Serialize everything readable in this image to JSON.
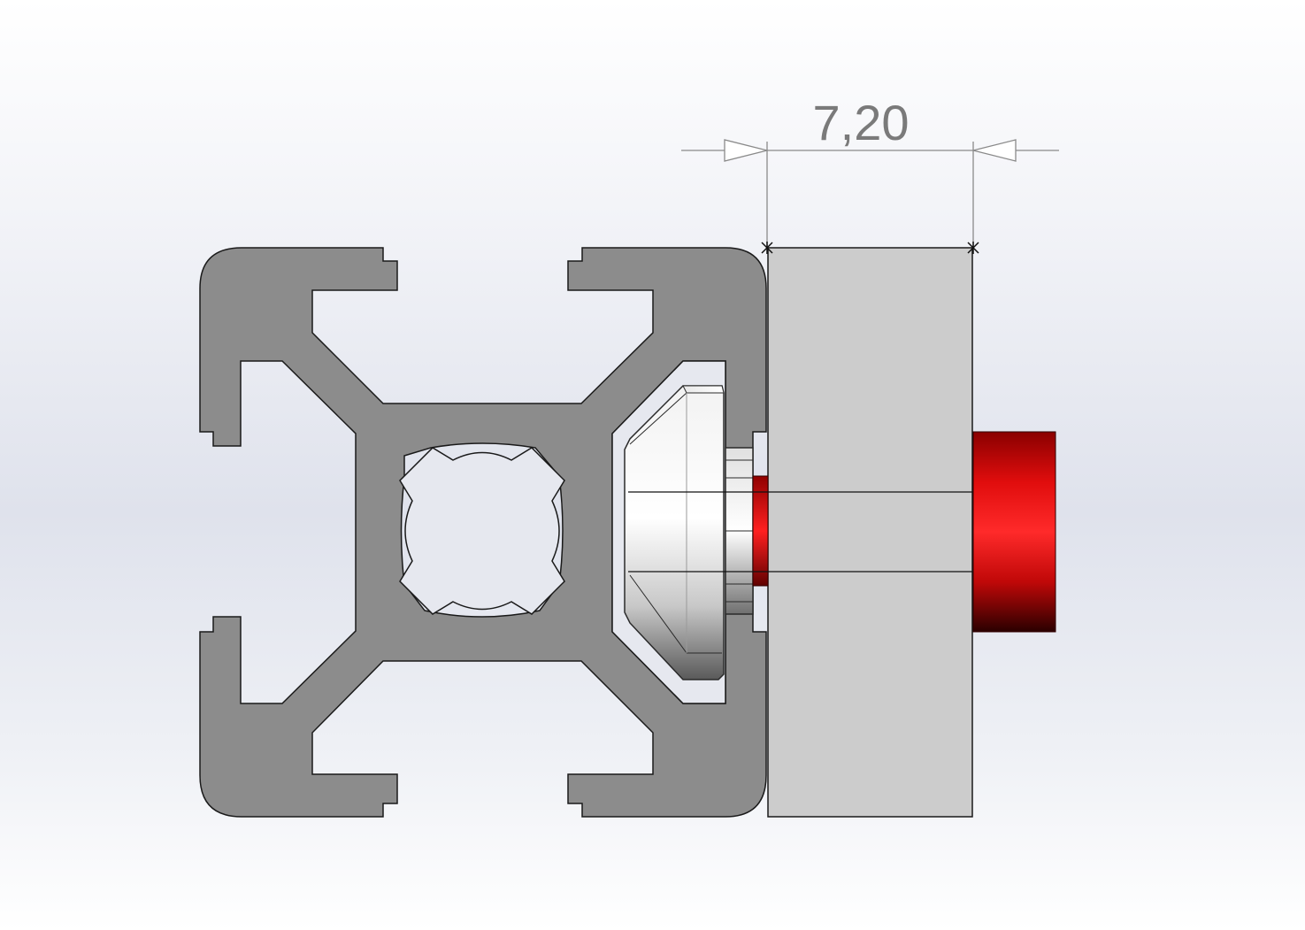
{
  "dimension": {
    "value_text": "7,20"
  },
  "parts": {
    "profile": "aluminum-extrusion-profile",
    "plate": "mounting-plate",
    "t_nut": "t-slot-nut",
    "bolt": "bolt",
    "bolt_head": "bolt-head"
  },
  "colors": {
    "background_top": "#ffffff",
    "background_mid": "#dfe2ec",
    "profile_fill": "#8c8c8c",
    "plate_fill": "#cccccc",
    "bolt_red": "#e01010",
    "dimension_line": "#8a8a8a",
    "outline": "#1a1a1a"
  }
}
